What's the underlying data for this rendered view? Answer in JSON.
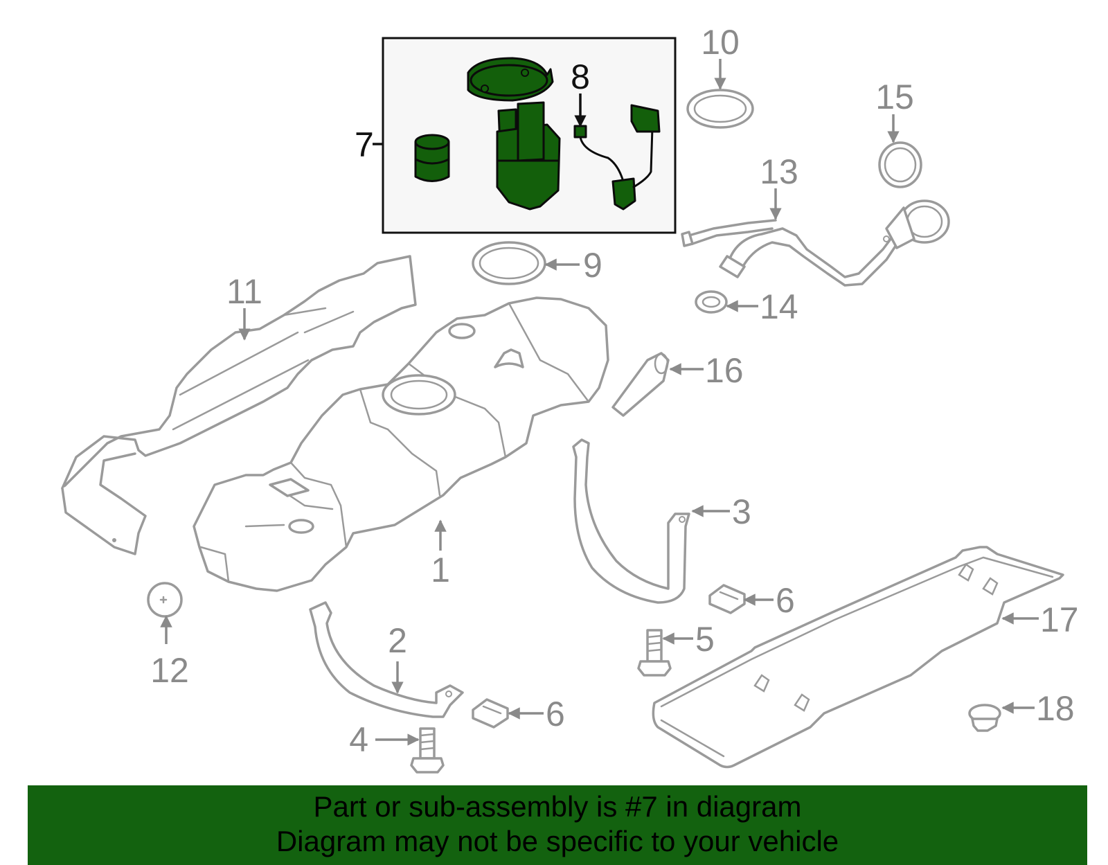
{
  "callouts": {
    "c1": "1",
    "c2": "2",
    "c3": "3",
    "c4": "4",
    "c5": "5",
    "c6a": "6",
    "c6b": "6",
    "c7": "7",
    "c8": "8",
    "c9": "9",
    "c10": "10",
    "c11": "11",
    "c12": "12",
    "c13": "13",
    "c14": "14",
    "c15": "15",
    "c16": "16",
    "c17": "17",
    "c18": "18"
  },
  "banner": {
    "line1": "Part or sub-assembly is #7 in diagram",
    "line2": "Diagram may not be specific to your vehicle"
  },
  "colors": {
    "highlight_green": "#135f0b",
    "banner_green": "#13620f",
    "part_outline": "#9a9a9a",
    "callout_gray": "#8a8a8a"
  }
}
